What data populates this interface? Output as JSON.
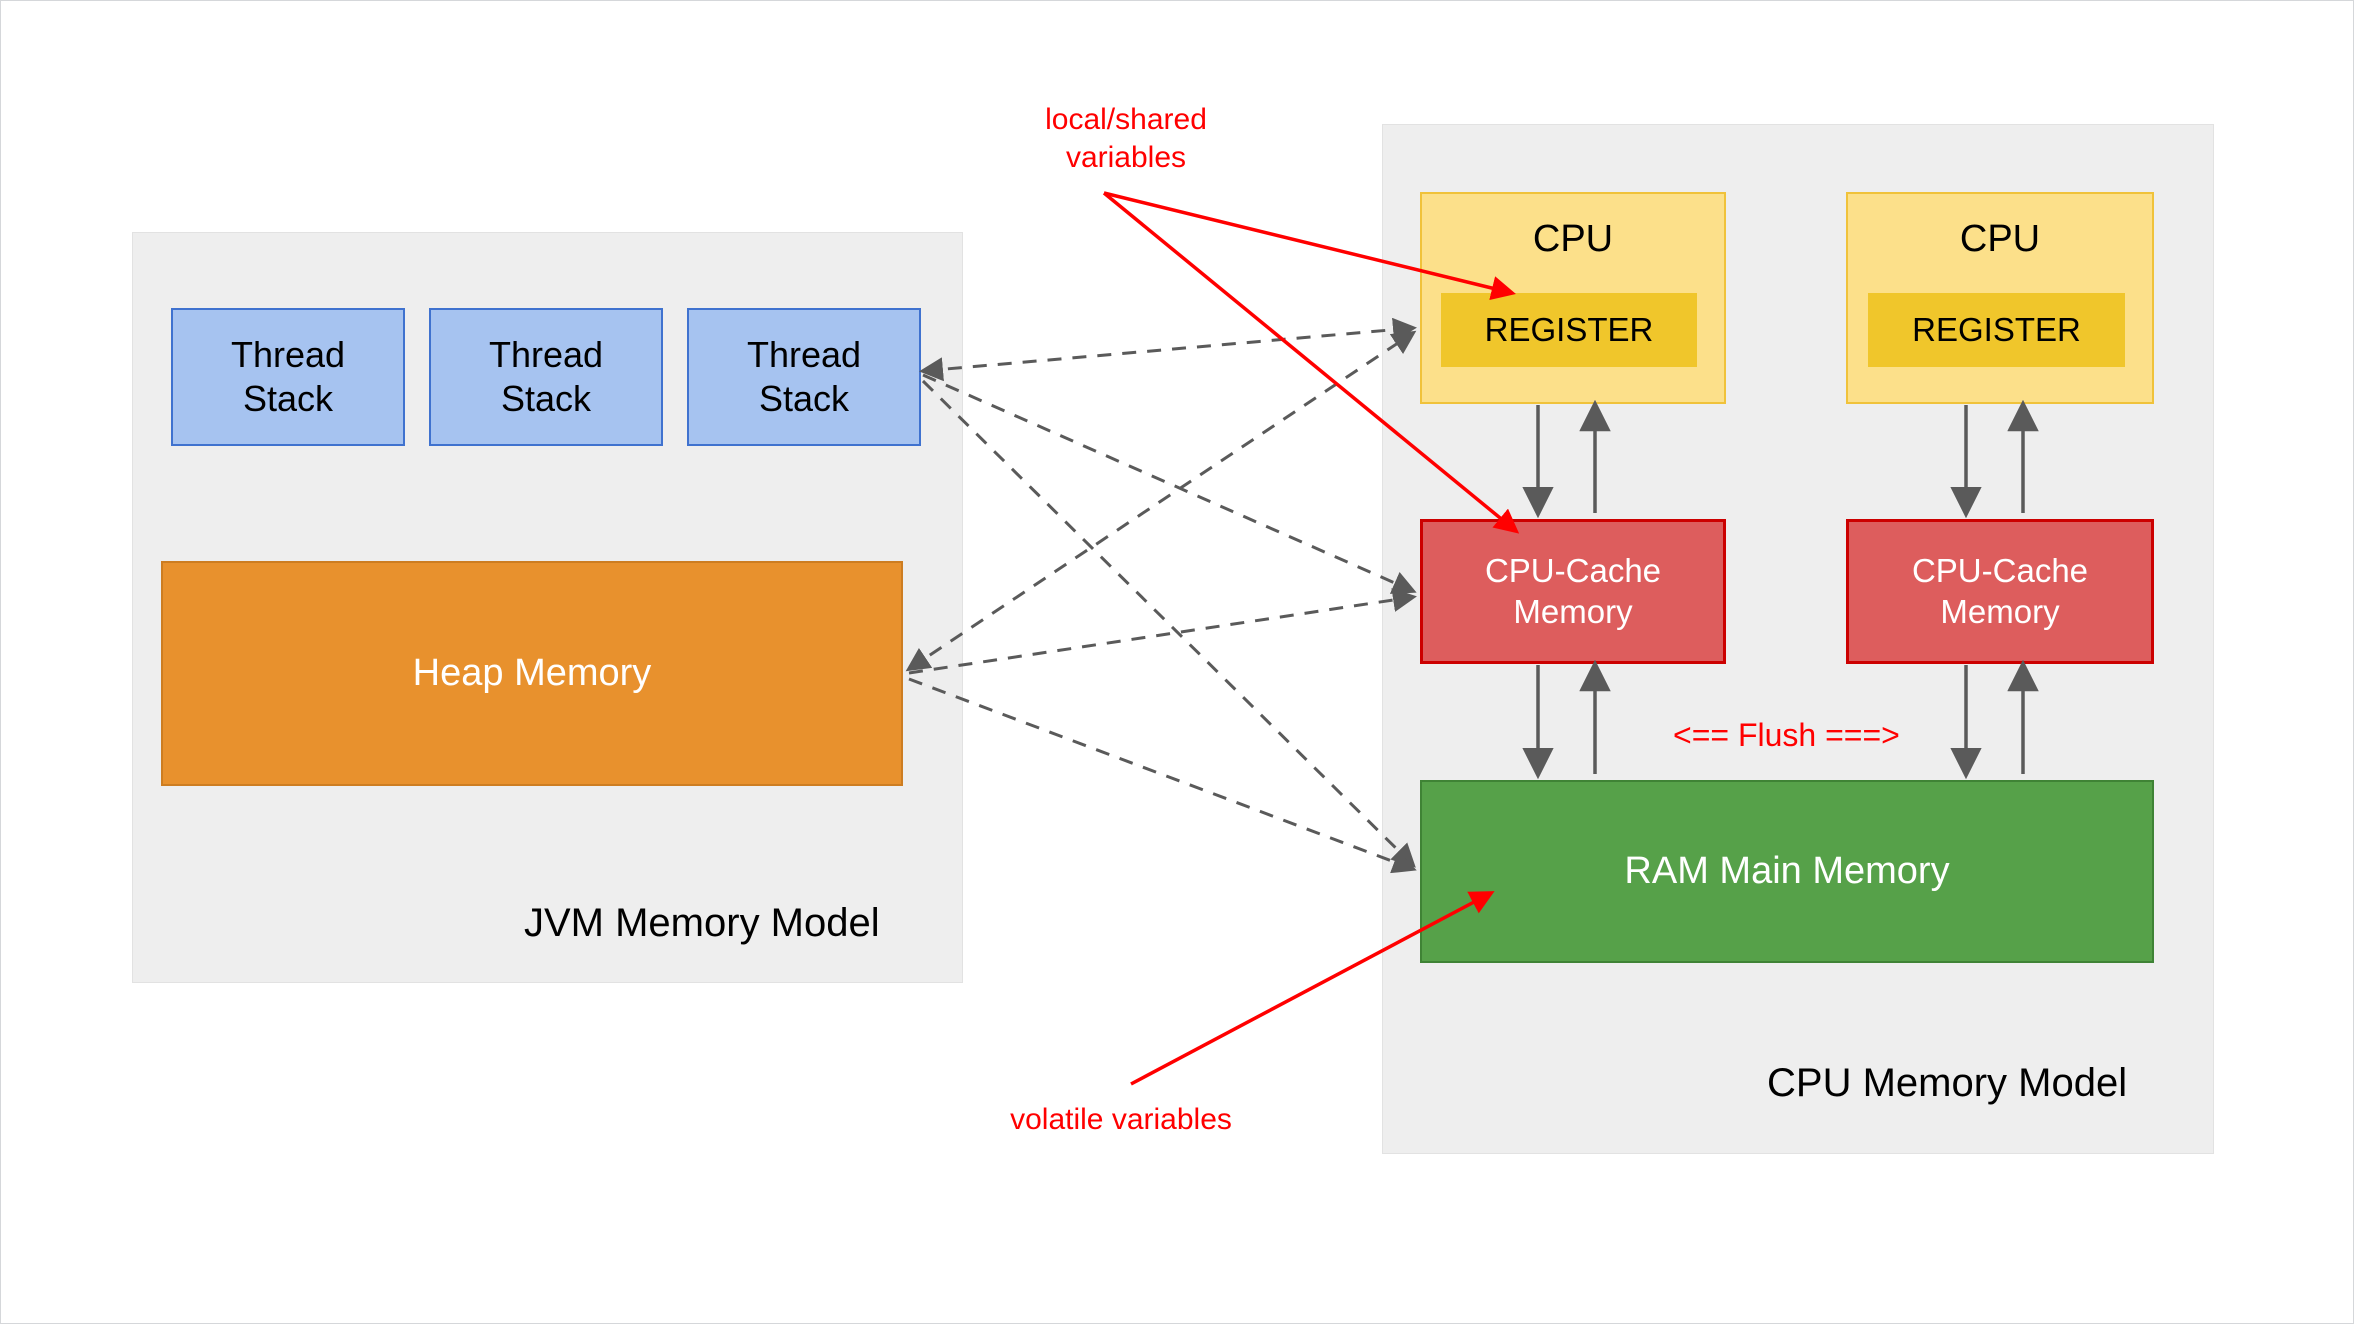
{
  "diagram": {
    "title": "JVM Memory Model and CPU Memory Model",
    "colors": {
      "thread_stack_fill": "#a6c3f0",
      "thread_stack_border": "#3f72cf",
      "heap_fill": "#e8912d",
      "heap_border": "#cd7d21",
      "cpu_fill": "#fce08a",
      "cpu_border": "#f0c23a",
      "register_fill": "#f0c62b",
      "cache_fill": "#dd5d5d",
      "cache_border": "#cc0000",
      "ram_fill": "#56a149",
      "ram_border": "#3f8335",
      "panel_fill": "#eeeeee",
      "annotation_red": "#ff0000",
      "dashed_arrow_gray": "#5a5a5a"
    }
  },
  "jvm_panel": {
    "title": "JVM Memory Model",
    "thread_stacks": [
      {
        "label": "Thread\nStack"
      },
      {
        "label": "Thread\nStack"
      },
      {
        "label": "Thread\nStack"
      }
    ],
    "heap": {
      "label": "Heap Memory"
    }
  },
  "cpu_panel": {
    "title": "CPU Memory Model",
    "cpus": [
      {
        "label": "CPU",
        "register_label": "REGISTER",
        "cache_label": "CPU-Cache\nMemory"
      },
      {
        "label": "CPU",
        "register_label": "REGISTER",
        "cache_label": "CPU-Cache\nMemory"
      }
    ],
    "ram": {
      "label": "RAM Main Memory"
    },
    "flush_label": "<== Flush ===>"
  },
  "annotations": [
    {
      "id": "local-shared",
      "text": "local/shared\nvariables"
    },
    {
      "id": "volatile",
      "text": "volatile variables"
    }
  ]
}
